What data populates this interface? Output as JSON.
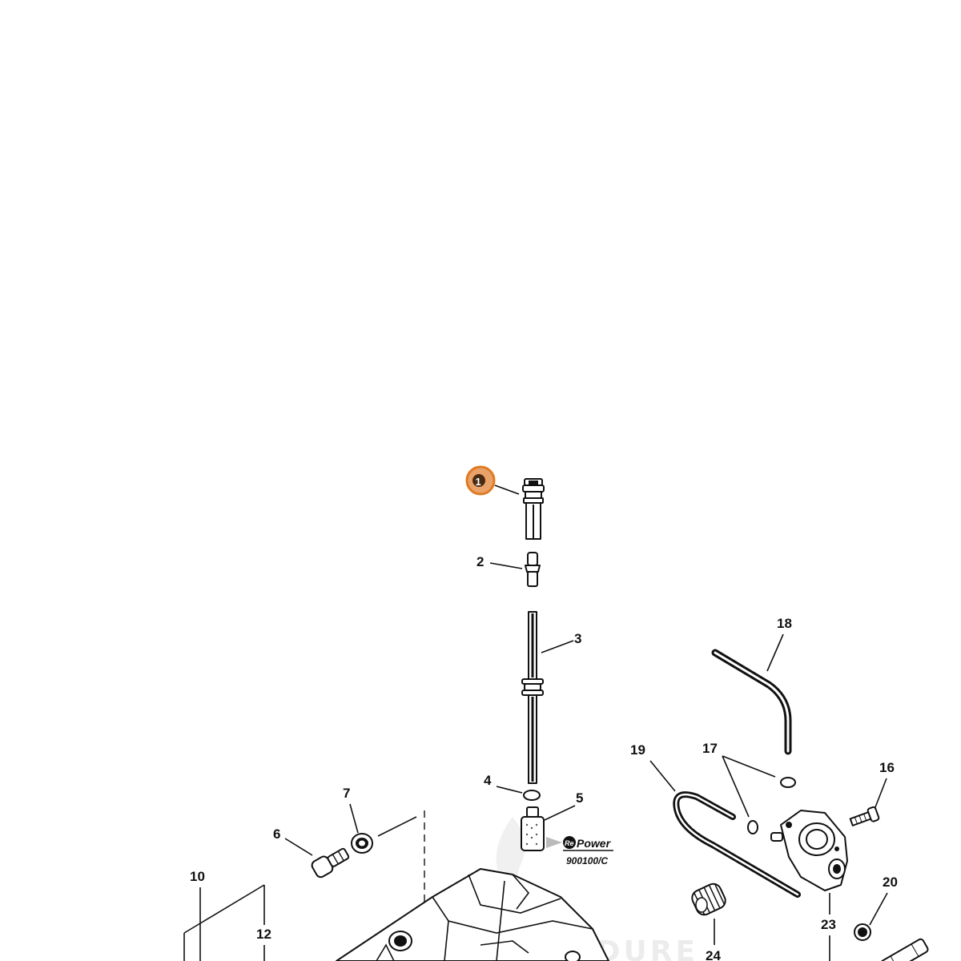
{
  "diagram": {
    "callouts": [
      "1",
      "2",
      "3",
      "4",
      "5",
      "6",
      "7",
      "10",
      "12",
      "16",
      "17",
      "18",
      "19",
      "20",
      "23",
      "24"
    ],
    "highlighted_callout": "1",
    "highlight_color": "#e07a22",
    "brand_badge": {
      "prefix": "Re",
      "suffix": "Power",
      "code": "900100/C"
    },
    "watermark": "VENDURE"
  }
}
